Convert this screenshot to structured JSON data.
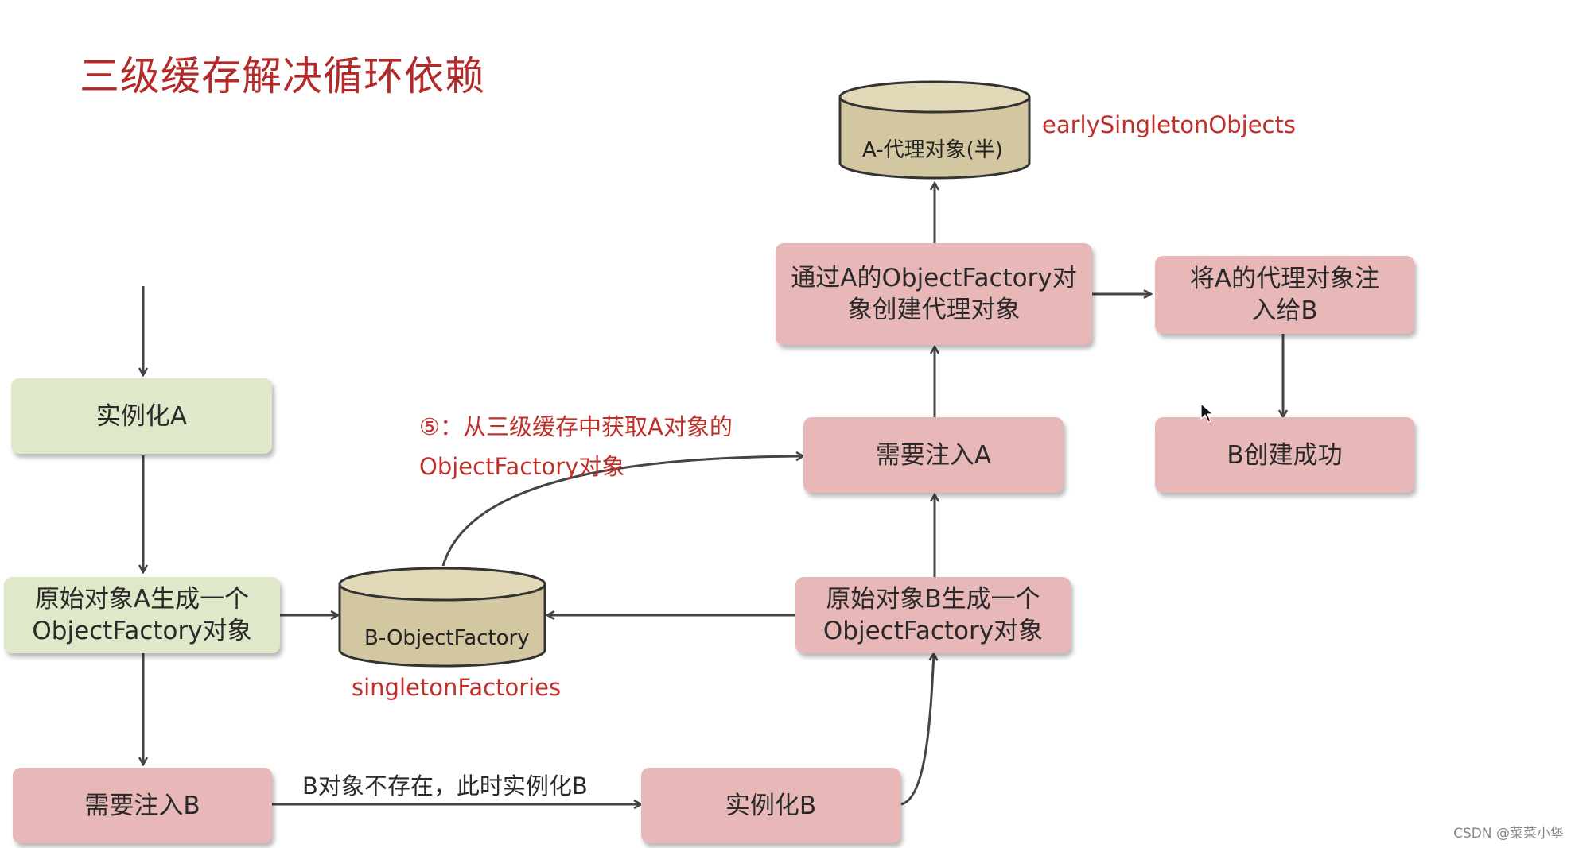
{
  "title": "三级缓存解决循环依赖",
  "boxes": {
    "instantiate_a": "实例化A",
    "factory_a": [
      "原始对象A生成一个",
      "ObjectFactory对象"
    ],
    "need_inject_b": "需要注入B",
    "instantiate_b": "实例化B",
    "factory_b": [
      "原始对象B生成一个",
      "ObjectFactory对象"
    ],
    "need_inject_a": "需要注入A",
    "create_proxy": [
      "通过A的ObjectFactory对",
      "象创建代理对象"
    ],
    "inject_proxy_b": [
      "将A的代理对象注",
      "入给B"
    ],
    "b_created": "B创建成功"
  },
  "caches": {
    "early": {
      "content": "A-代理对象(半)",
      "name": "earlySingletonObjects"
    },
    "factories": {
      "content": "B-ObjectFactory",
      "name": "singletonFactories"
    }
  },
  "annotations": {
    "step5_line1": "⑤：从三级缓存中获取A对象的",
    "step5_line2": "ObjectFactory对象",
    "b_not_exist": "B对象不存在，此时实例化B"
  },
  "watermark": "CSDN @菜菜小堡",
  "colors": {
    "title": "#b22a2a",
    "green_box": "#dfe8c9",
    "pink_box": "#e8b7b8",
    "cylinder": "#d2c7a1",
    "annotation": "#c0302a",
    "arrow": "#444444"
  }
}
